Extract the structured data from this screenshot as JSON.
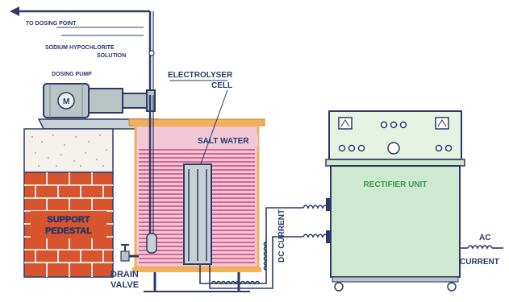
{
  "labels": {
    "to_dosing_point": "TO DOSING POINT",
    "hypochlorite_line1": "SODIUM HYPOCHLORITE",
    "hypochlorite_line2": "SOLUTION",
    "dosing_pump": "DOSING PUMP",
    "pump_motor_letter": "M",
    "electrolyser_line1": "ELECTROLYSER",
    "electrolyser_line2": "CELL",
    "salt_water": "SALT WATER",
    "support_line1": "SUPPORT",
    "support_line2": "PEDESTAL",
    "rectifier_unit": "RECTIFIER UNIT",
    "dc_current": "DC CURRENT",
    "ac_line1": "AC",
    "ac_line2": "CURRENT",
    "drain_line1": "DRAIN",
    "drain_line2": "VALVE"
  },
  "colors": {
    "background": "#ffffff",
    "pipe_stroke": "#2d3a66",
    "pump_body": "#b9c4c7",
    "brick": "#d8542f",
    "mortar": "#f2e6dc",
    "tank_wall": "#f0b060",
    "salt_water": "#f3c8d6",
    "water_lines": "#d0447a",
    "rectifier_body": "#cfe9d0",
    "rectifier_panel": "#e6f3e3",
    "label_text": "#2a3a6a",
    "rectifier_label": "#3a9a4a",
    "coil": "#2d3a66"
  }
}
